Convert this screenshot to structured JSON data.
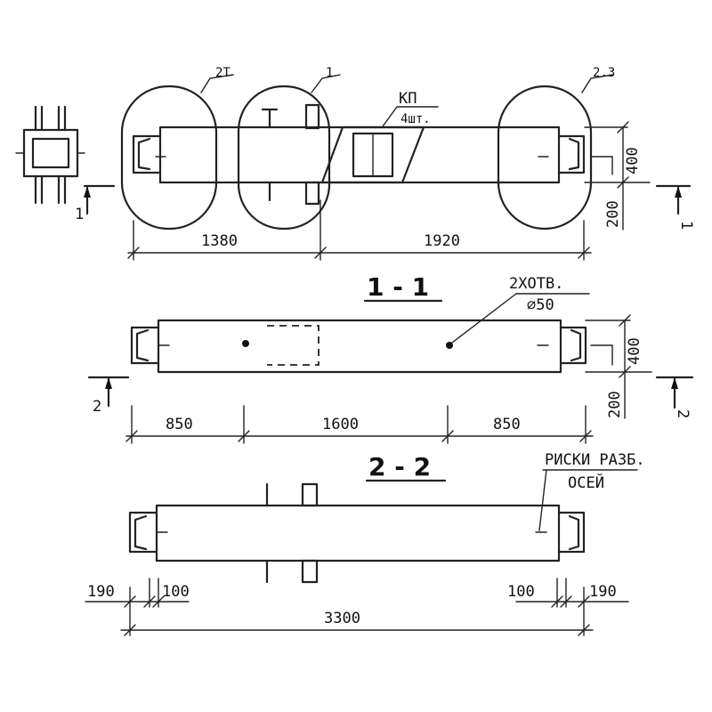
{
  "plan": {
    "markers": {
      "loop_a": "2Т",
      "loop_b": "1",
      "loop_c": "2.3"
    },
    "kp_label": "КП",
    "kp_qty": "4шт.",
    "section_mark": "1",
    "dims": {
      "left": "1380",
      "right": "1920",
      "height_top": "400",
      "height_bottom": "200"
    }
  },
  "section_1": {
    "title": "1 - 1",
    "hole_label": "2ХОТВ.",
    "hole_diameter": "⌀50",
    "section_mark": "2",
    "dims": {
      "left": "850",
      "middle": "1600",
      "right": "850",
      "height_top": "400",
      "height_bottom": "200"
    }
  },
  "section_2": {
    "title": "2 - 2",
    "note_line1": "РИСКИ РАЗБ.",
    "note_line2": "ОСЕЙ",
    "dims": {
      "edge_left": "190",
      "inner_left": "100",
      "inner_right": "100",
      "edge_right": "190",
      "total": "3300"
    }
  }
}
